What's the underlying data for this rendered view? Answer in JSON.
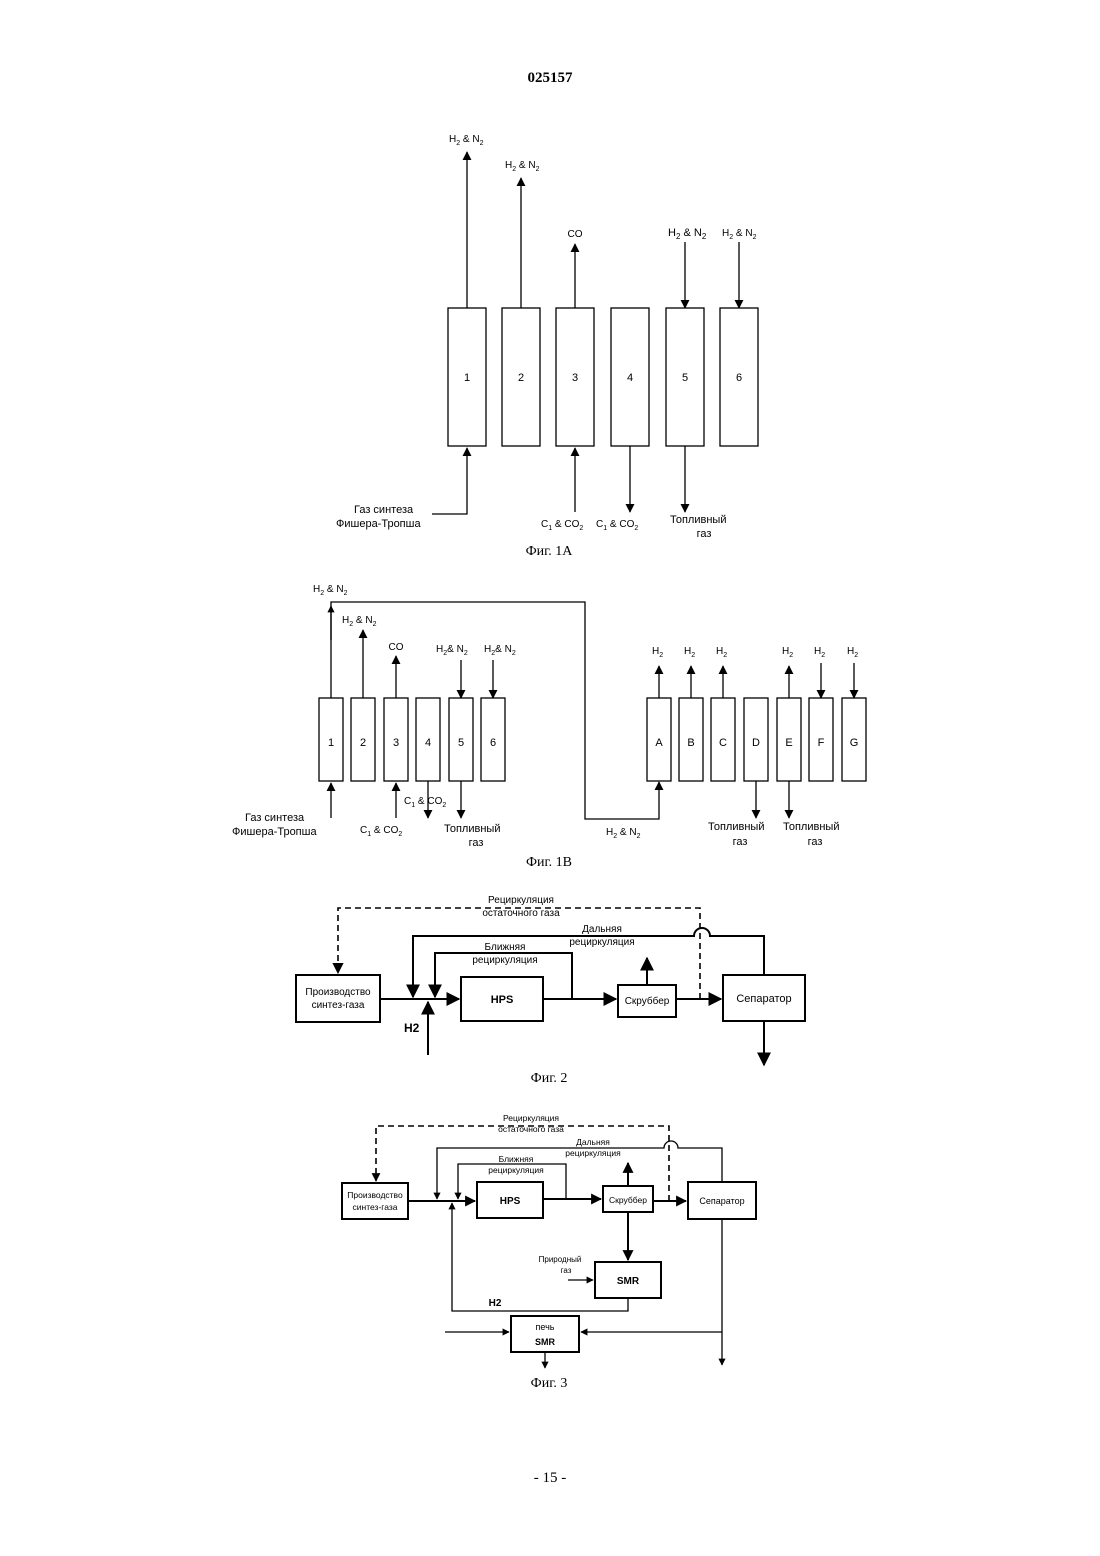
{
  "header": {
    "doc_number": "025157"
  },
  "footer": {
    "page_number": "- 15 -"
  },
  "fig1a": {
    "caption": "Фиг. 1А",
    "columns": [
      "1",
      "2",
      "3",
      "4",
      "5",
      "6"
    ],
    "top_labels": {
      "c1": "H",
      "c2": "H",
      "c3": "CO",
      "c5": "H",
      "c6": "H"
    },
    "bottom_labels": {
      "feed_line1": "Газ синтеза",
      "feed_line2": "Фишера-Тропша",
      "c3": "C",
      "c4": "C",
      "fuel_line1": "Топливный",
      "fuel_line2": "газ"
    }
  },
  "fig1b": {
    "caption": "Фиг. 1В",
    "left_columns": [
      "1",
      "2",
      "3",
      "4",
      "5",
      "6"
    ],
    "right_columns": [
      "A",
      "B",
      "C",
      "D",
      "E",
      "F",
      "G"
    ],
    "h2_label": "H",
    "co_label": "CO",
    "feed_line1": "Газ синтеза",
    "feed_line2": "Фишера-Тропша",
    "fuel_line1": "Топливный",
    "fuel_line2": "газ"
  },
  "fig2": {
    "caption": "Фиг. 2",
    "tailgas_line1": "Рециркуляция",
    "tailgas_line2": "остаточного газа",
    "long_line1": "Дальняя",
    "long_line2": "рециркуляция",
    "short_line1": "Ближняя",
    "short_line2": "рециркуляция",
    "syngas_line1": "Производство",
    "syngas_line2": "синтез-газа",
    "hps": "HPS",
    "scrubber": "Скруббер",
    "separator": "Сепаратор",
    "h2": "H2"
  },
  "fig3": {
    "caption": "Фиг. 3",
    "tailgas_line1": "Рециркуляция",
    "tailgas_line2": "остаточного газа",
    "long_line1": "Дальняя",
    "long_line2": "рециркуляция",
    "short_line1": "Ближняя",
    "short_line2": "рециркуляция",
    "syngas_line1": "Производство",
    "syngas_line2": "синтез-газа",
    "hps": "HPS",
    "scrubber": "Скруббер",
    "separator": "Сепаратор",
    "natgas_line1": "Природный",
    "natgas_line2": "газ",
    "smr": "SMR",
    "h2": "H2",
    "furnace_line1": "печь",
    "furnace_line2": "SMR"
  }
}
